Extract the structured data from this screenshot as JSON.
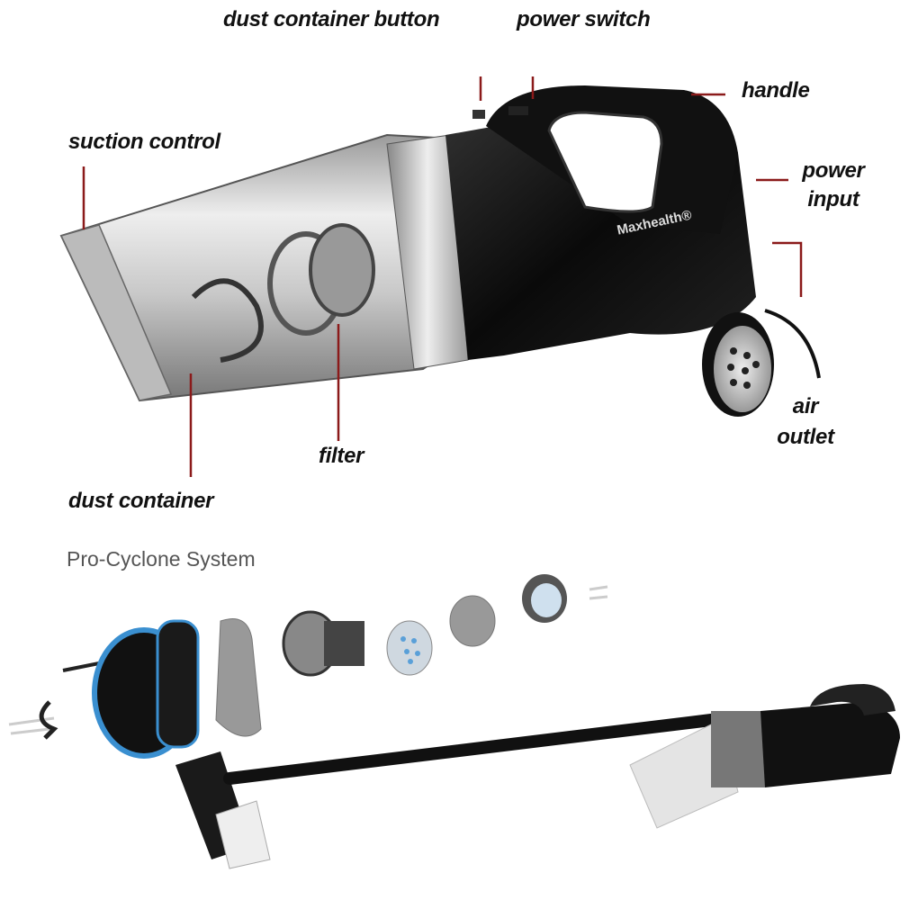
{
  "labels": {
    "dust_container_button": "dust container button",
    "power_switch": "power switch",
    "handle": "handle",
    "suction_control": "suction control",
    "power_input_line1": "power",
    "power_input_line2": "input",
    "air_outlet_line1": "air",
    "air_outlet_line2": "outlet",
    "filter": "filter",
    "dust_container": "dust container"
  },
  "brand": "Maxhealth®",
  "section_title": "Pro-Cyclone System",
  "colors": {
    "leader_line": "#8b1a1a",
    "accent_blue": "#3a8fd0"
  }
}
